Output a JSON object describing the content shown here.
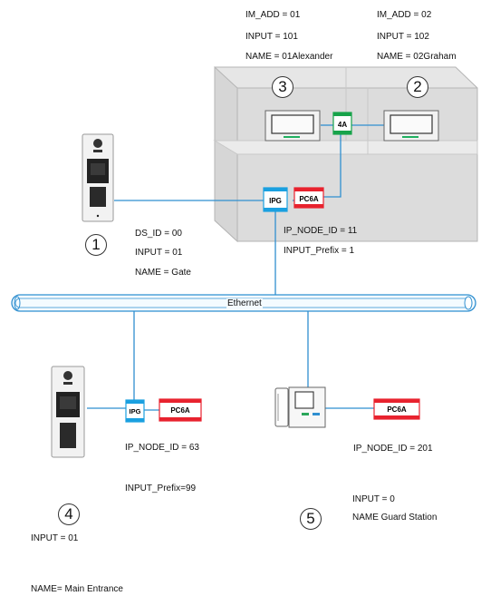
{
  "units": {
    "u1": {
      "num": "1",
      "lines": [
        "DS_ID = 00",
        "INPUT = 01",
        "NAME = Gate"
      ]
    },
    "u2": {
      "num": "2",
      "lines": [
        "IM_ADD = 02",
        "INPUT = 102",
        "NAME  = 02Graham"
      ]
    },
    "u3": {
      "num": "3",
      "lines": [
        "IM_ADD = 01",
        "INPUT = 101",
        "NAME  = 01Alexander"
      ]
    },
    "u4": {
      "num": "4",
      "input": "INPUT = 01",
      "name": "NAME=  Main Entrance"
    },
    "u5": {
      "num": "5",
      "lines": [
        "INPUT = 0",
        "NAME  Guard Station"
      ]
    }
  },
  "building_node": {
    "lines": [
      "IP_NODE_ID  = 11",
      "INPUT_Prefix = 1"
    ]
  },
  "node63": {
    "id": "IP_NODE_ID = 63",
    "prefix": "INPUT_Prefix=99"
  },
  "node201": {
    "id": "IP_NODE_ID = 201"
  },
  "network": {
    "label": "Ethernet"
  },
  "modules": {
    "ipg": "IPG",
    "pc6a": "PC6A",
    "four_a": "4A"
  },
  "colors": {
    "line": "#2f8fd0",
    "ipg": "#1aa0e0",
    "pc6a": "#e8222e",
    "four_a": "#17a34a"
  }
}
